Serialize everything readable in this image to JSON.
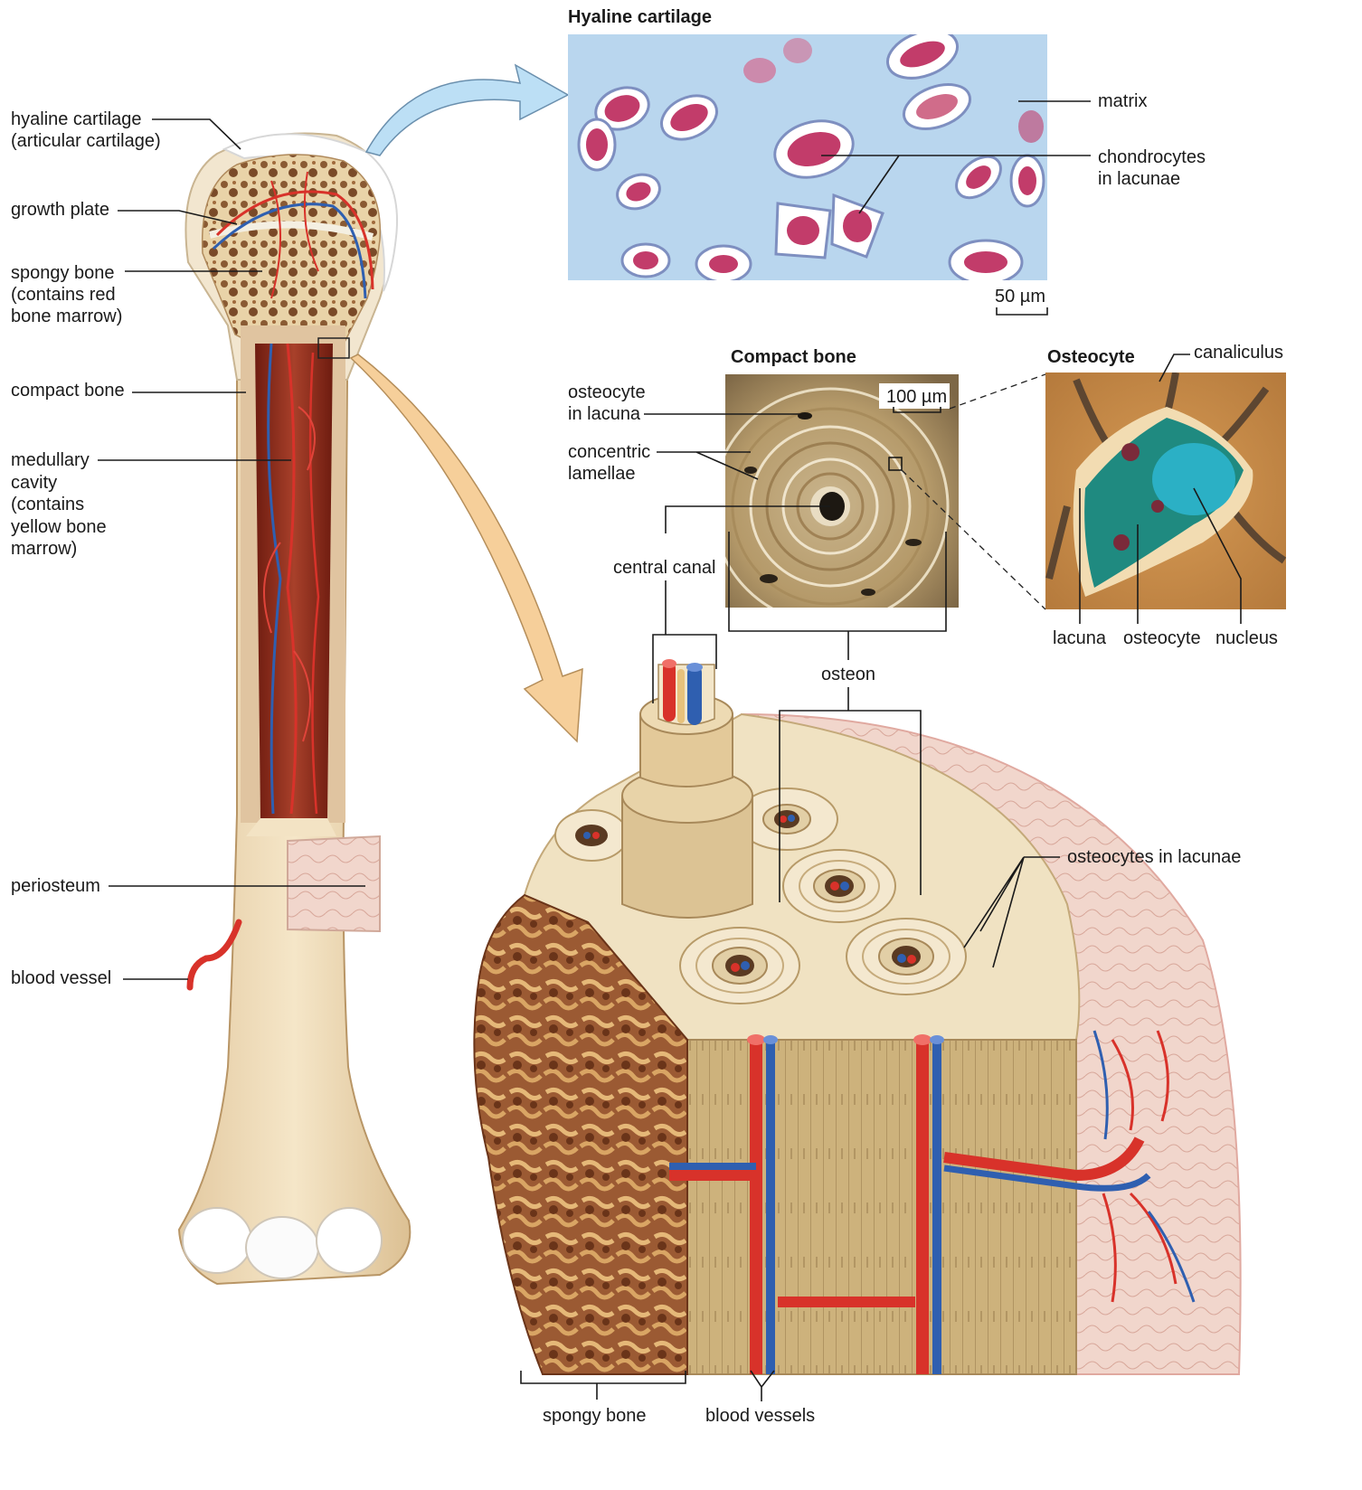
{
  "titles": {
    "hyaline": "Hyaline cartilage",
    "compact": "Compact bone",
    "osteocyte": "Osteocyte"
  },
  "labels": {
    "hyaline_cartilage_1": "hyaline cartilage",
    "hyaline_cartilage_2": "(articular cartilage)",
    "growth_plate": "growth plate",
    "spongy_bone_1": "spongy bone",
    "spongy_bone_2": "(contains red",
    "spongy_bone_3": "bone marrow)",
    "compact_bone": "compact bone",
    "medullary_1": "medullary",
    "medullary_2": "cavity",
    "medullary_3": "(contains",
    "medullary_4": "yellow bone",
    "medullary_5": "marrow)",
    "periosteum": "periosteum",
    "blood_vessel": "blood vessel",
    "matrix": "matrix",
    "chondrocytes_1": "chondrocytes",
    "chondrocytes_2": "in lacunae",
    "scale_50": "50 µm",
    "scale_100": "100 µm",
    "osteocyte_lacuna_1": "osteocyte",
    "osteocyte_lacuna_2": "in lacuna",
    "concentric_1": "concentric",
    "concentric_2": "lamellae",
    "central_canal": "central canal",
    "osteon": "osteon",
    "canaliculus": "canaliculus",
    "lacuna": "lacuna",
    "osteocyte": "osteocyte",
    "nucleus": "nucleus",
    "osteocytes_in_lacunae": "osteocytes in lacunae",
    "spongy_bone_bottom": "spongy bone",
    "blood_vessels": "blood vessels"
  },
  "colors": {
    "bone": "#efdcb8",
    "bone_dark": "#d9bf8f",
    "marrow": "#8b2a1a",
    "artery": "#d8322a",
    "vein": "#2f5fb0",
    "cartilage_bg": "#b9d6ee",
    "cell": "#c23c6a",
    "osteocyte_bg": "#c98f4a",
    "osteocyte_cell": "#1f8a80",
    "arrow_blue": "#bcdff5",
    "arrow_tan": "#f6cf9a"
  }
}
